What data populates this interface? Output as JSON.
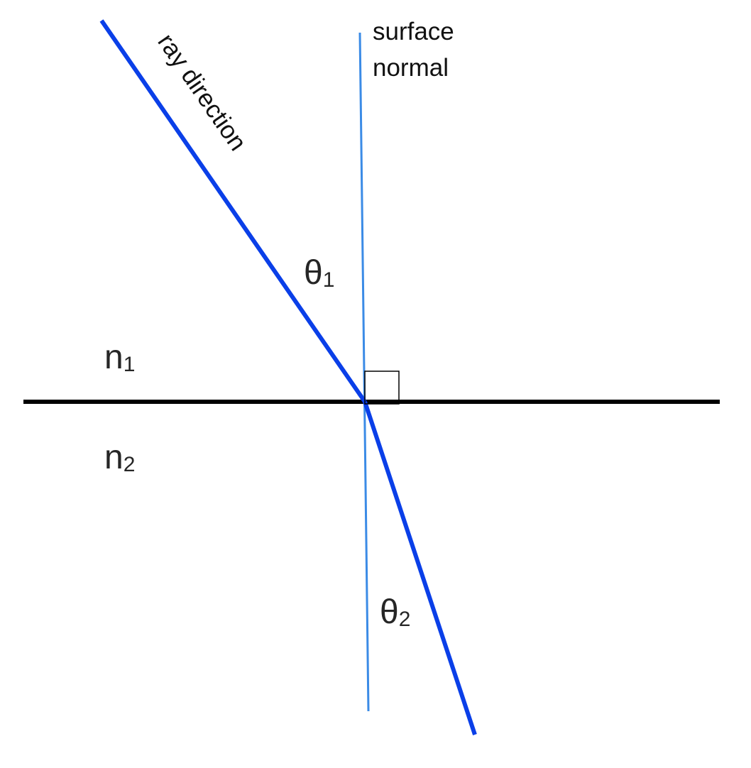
{
  "labels": {
    "surface_normal_line1": "surface",
    "surface_normal_line2": "normal",
    "ray_direction": "ray direction",
    "theta1_base": "θ",
    "theta1_sub": "1",
    "theta2_base": "θ",
    "theta2_sub": "2",
    "n1_base": "n",
    "n1_sub": "1",
    "n2_base": "n",
    "n2_sub": "2"
  },
  "colors": {
    "ray": "#0a3fe8",
    "normal": "#3b8be6",
    "interface": "#000000",
    "text": "#262626"
  }
}
